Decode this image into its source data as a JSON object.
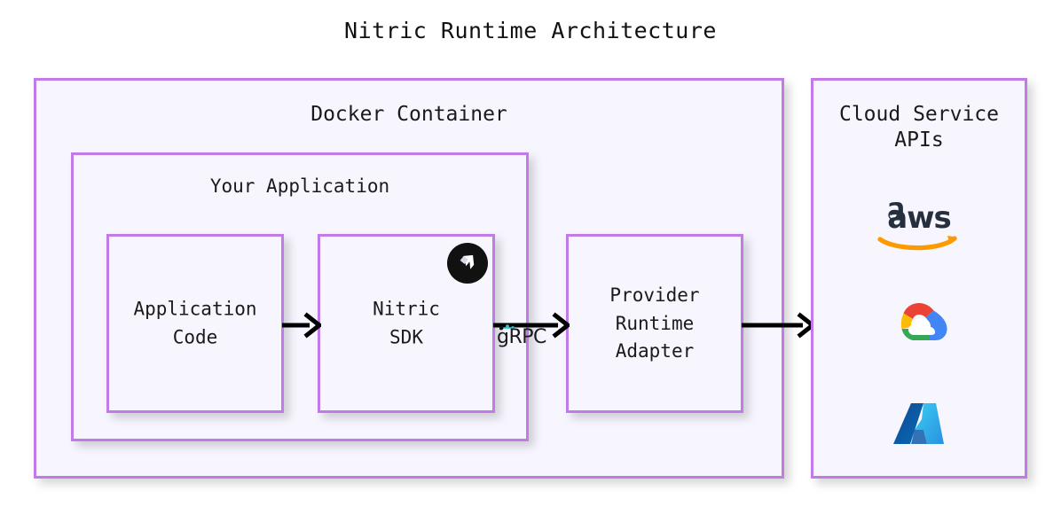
{
  "title": "Nitric Runtime Architecture",
  "colors": {
    "box_border": "#c27ae8",
    "box_fill": "#f7f6fe",
    "page_bg": "#ffffff",
    "text": "#1a1a1a",
    "arrow": "#000000",
    "grpc_accent": "#2ec7c9",
    "aws_text": "#252f3e",
    "aws_smile": "#ff9900",
    "gcp_red": "#ea4335",
    "gcp_yellow": "#fbbc05",
    "gcp_green": "#34a853",
    "gcp_blue": "#4285f4",
    "azure_light": "#37bdf4",
    "azure_dark": "#0f5ba8",
    "nitric_badge_bg": "#111111",
    "nitric_badge_glyph": "#ffffff"
  },
  "docker_container": {
    "label": "Docker Container",
    "your_application": {
      "label": "Your Application",
      "boxes": [
        {
          "label": "Application\nCode",
          "name": "application-code"
        },
        {
          "label": "Nitric\nSDK",
          "name": "nitric-sdk",
          "badge": "nitric-logo"
        }
      ]
    },
    "provider_runtime_adapter": {
      "label": "Provider\nRuntime\nAdapter"
    }
  },
  "cloud_service_apis": {
    "label": "Cloud Service\nAPIs",
    "logos": [
      {
        "name": "aws-logo",
        "alt": "aws"
      },
      {
        "name": "google-cloud-logo",
        "alt": "Google Cloud"
      },
      {
        "name": "azure-logo",
        "alt": "Microsoft Azure"
      }
    ]
  },
  "connections": [
    {
      "name": "arrow-code-to-sdk",
      "label": ""
    },
    {
      "name": "arrow-sdk-to-adapter",
      "label": "gRPC"
    },
    {
      "name": "arrow-adapter-to-cloud",
      "label": ""
    }
  ],
  "grpc": {
    "label": "gRPC"
  }
}
